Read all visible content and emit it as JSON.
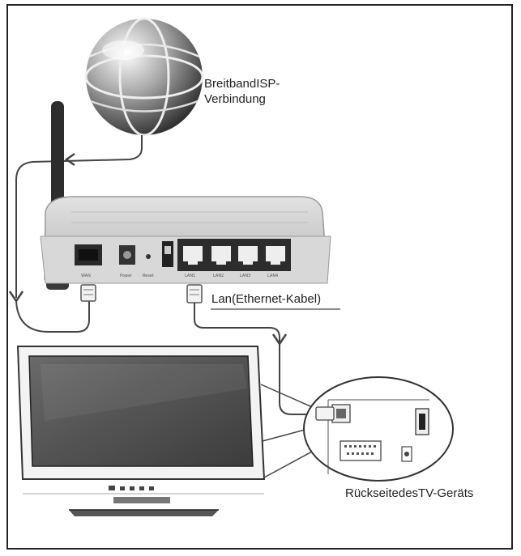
{
  "labels": {
    "isp_line1": "BreitbandISP-",
    "isp_line2": "Verbindung",
    "lan_cable": "Lan(Ethernet-Kabel)",
    "tv_back": "RückseitedesTV-Geräts"
  },
  "colors": {
    "frame": "#222222",
    "router_body": "#c9c9c9",
    "router_dark": "#2e2e2e",
    "tv_screen": "#555555",
    "cable": "#555555"
  },
  "icons": [
    "globe-icon",
    "wifi-router",
    "antenna",
    "television",
    "tv-port-panel"
  ]
}
